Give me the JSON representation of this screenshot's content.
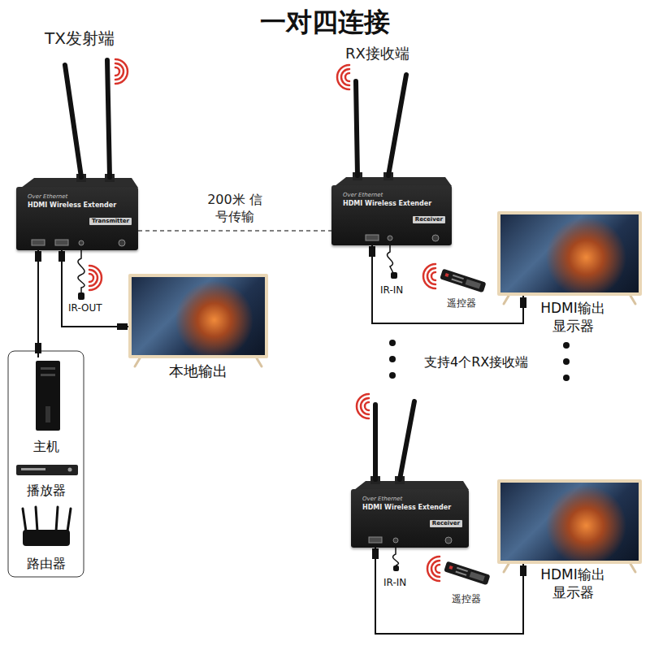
{
  "diagram": {
    "title": "一对四连接",
    "nodes": [
      {
        "text": [
          "TX发射端",
          "Over Ethernet",
          "HDMI Wireless Extender",
          "Transmitter"
        ]
      },
      {
        "text": [
          "RX接收端",
          "Over Ethernet",
          "HDMI Wireless Extender",
          "Receiver"
        ]
      },
      {
        "text": [
          "本地输出"
        ]
      },
      {
        "text": [
          "HDMI输出 显示器"
        ]
      },
      {
        "text": [
          "主机"
        ]
      },
      {
        "text": [
          "播放器"
        ]
      },
      {
        "text": [
          "路由器"
        ]
      },
      {
        "text": [
          "Over Ethernet",
          "HDMI Wireless Extender",
          "Receiver"
        ]
      },
      {
        "text": [
          "HDMI输出 显示器"
        ]
      }
    ],
    "edges": [
      {
        "from": 4,
        "to": 0,
        "arrow": "none"
      },
      {
        "from": 0,
        "to": 2,
        "arrow": "none"
      },
      {
        "from": 0,
        "to": 1,
        "label": "200米 信号传输",
        "arrow": "none"
      },
      {
        "from": 1,
        "to": 3,
        "arrow": "none"
      },
      {
        "from": 7,
        "to": 8,
        "arrow": "none"
      }
    ],
    "labels": [
      "IR-OUT",
      "IR-IN",
      "遥控器",
      "支持4个RX接收端",
      "IR-IN",
      "遥控器"
    ]
  }
}
